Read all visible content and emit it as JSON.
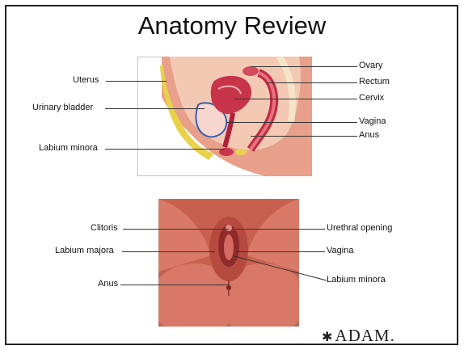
{
  "title": "Anatomy Review",
  "top_diagram": {
    "labels_left": [
      "Uterus",
      "Urinary bladder",
      "Labium minora"
    ],
    "labels_right": [
      "Ovary",
      "Rectum",
      "Cervix",
      "Vagina",
      "Anus"
    ]
  },
  "bottom_diagram": {
    "labels_left": [
      "Clitoris",
      "Labium majora",
      "Anus"
    ],
    "labels_right": [
      "Urethral opening",
      "Vagina",
      "Labium minora"
    ]
  },
  "logo": "ADAM."
}
